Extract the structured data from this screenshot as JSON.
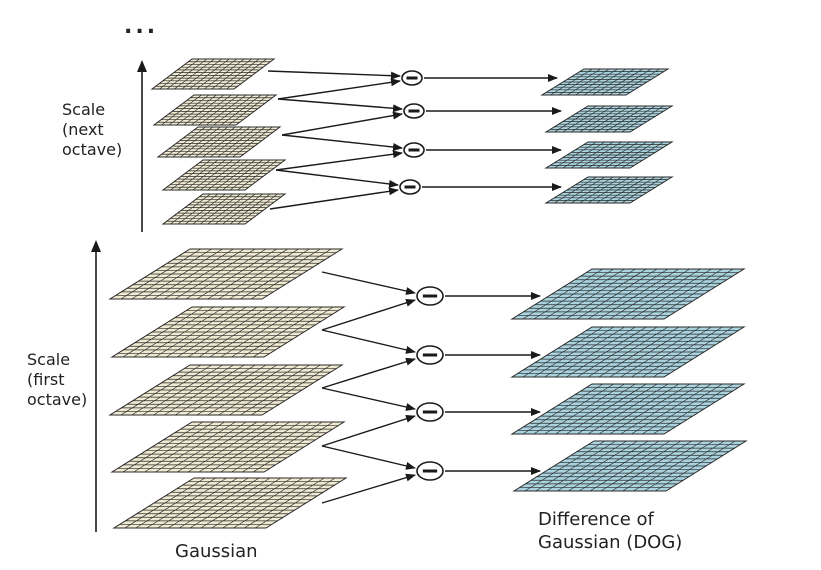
{
  "diagram": {
    "ellipsis": "...",
    "upper_axis_label": "Scale\n(next\noctave)",
    "lower_axis_label": "Scale\n(first\noctave)",
    "gaussian_label": "Gaussian",
    "dog_label": "Difference of\nGaussian (DOG)",
    "subtract_symbol": "−",
    "colors": {
      "gaussian_fill": "#f1ead2",
      "dog_fill": "#a9d3df",
      "grid_line": "#2a2a2a",
      "arrow": "#1a1a1a"
    },
    "octaves": [
      {
        "name": "next",
        "gaussian_levels": 5,
        "dog_levels": 4
      },
      {
        "name": "first",
        "gaussian_levels": 5,
        "dog_levels": 4
      }
    ]
  }
}
